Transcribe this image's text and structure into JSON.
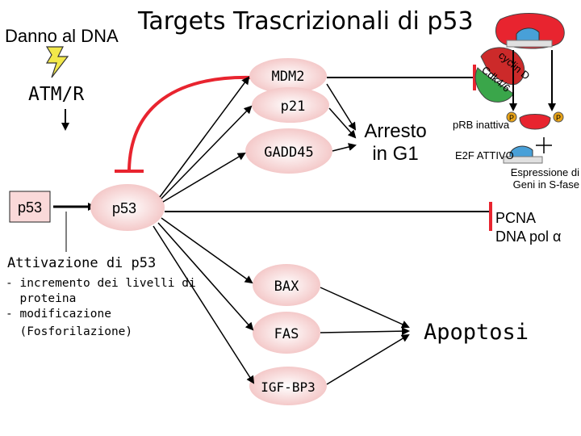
{
  "title": "Targets Trascrizionali di p53",
  "nodes": {
    "danno": "Danno al DNA",
    "atm": "ATM/R",
    "p53_left": "p53",
    "p53_main": "p53",
    "mdm2": "MDM2",
    "p21": "p21",
    "gadd45": "GADD45",
    "bax": "BAX",
    "fas": "FAS",
    "igfbp3": "IGF-BP3",
    "arresto_1": "Arresto",
    "arresto_2": "in G1",
    "prb": "pRB inattiva",
    "e2f": "E2F ATTIVO",
    "espressione_1": "Espressione di",
    "espressione_2": "Geni in S-fase",
    "pcna": "PCNA",
    "dnapol": "DNA pol α",
    "apoptosi": "Apoptosi",
    "cyclin_label": "cyclin D",
    "cdk_label": "Cdk4/6",
    "p_badge": "P"
  },
  "activation": {
    "heading": "Attivazione di p53",
    "lines": [
      "- incremento dei livelli di",
      "  proteina",
      "- modificazione",
      "  (Fosforilazione)"
    ]
  },
  "colors": {
    "node_fill": "#fad9d9",
    "inhibition": "#e8242f",
    "cyclin": "#cc2a2a",
    "cdk": "#3aa64a",
    "phospho": "#e8a317",
    "lightning": "#f2e84a"
  }
}
